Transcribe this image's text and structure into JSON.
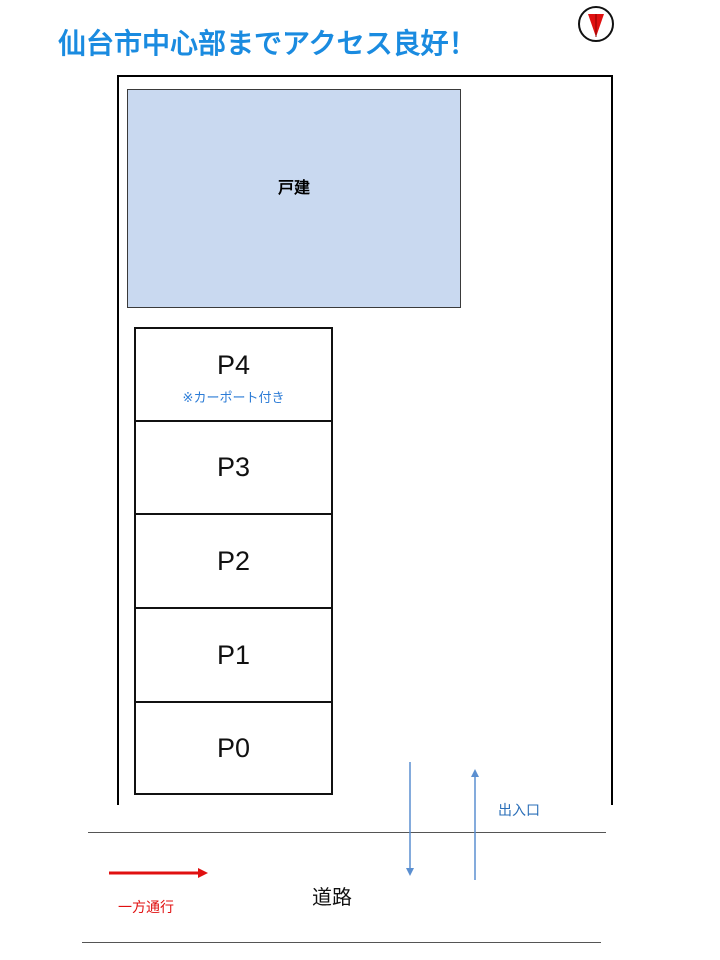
{
  "headline": "仙台市中心部までアクセス良好！",
  "compass": {
    "icon": "north-arrow-icon",
    "color": "#e01010"
  },
  "house": {
    "label": "戸建",
    "color": "#c9d9f0"
  },
  "parking": [
    {
      "label": "P4",
      "note": "※カーポート付き"
    },
    {
      "label": "P3"
    },
    {
      "label": "P2"
    },
    {
      "label": "P1"
    },
    {
      "label": "P0"
    }
  ],
  "entrance": {
    "label": "出入口"
  },
  "road": {
    "label": "道路"
  },
  "one_way": {
    "label": "一方通行",
    "color": "#e01010"
  },
  "colors": {
    "headline": "#1a8be0",
    "annotation": "#2b6fb8"
  }
}
